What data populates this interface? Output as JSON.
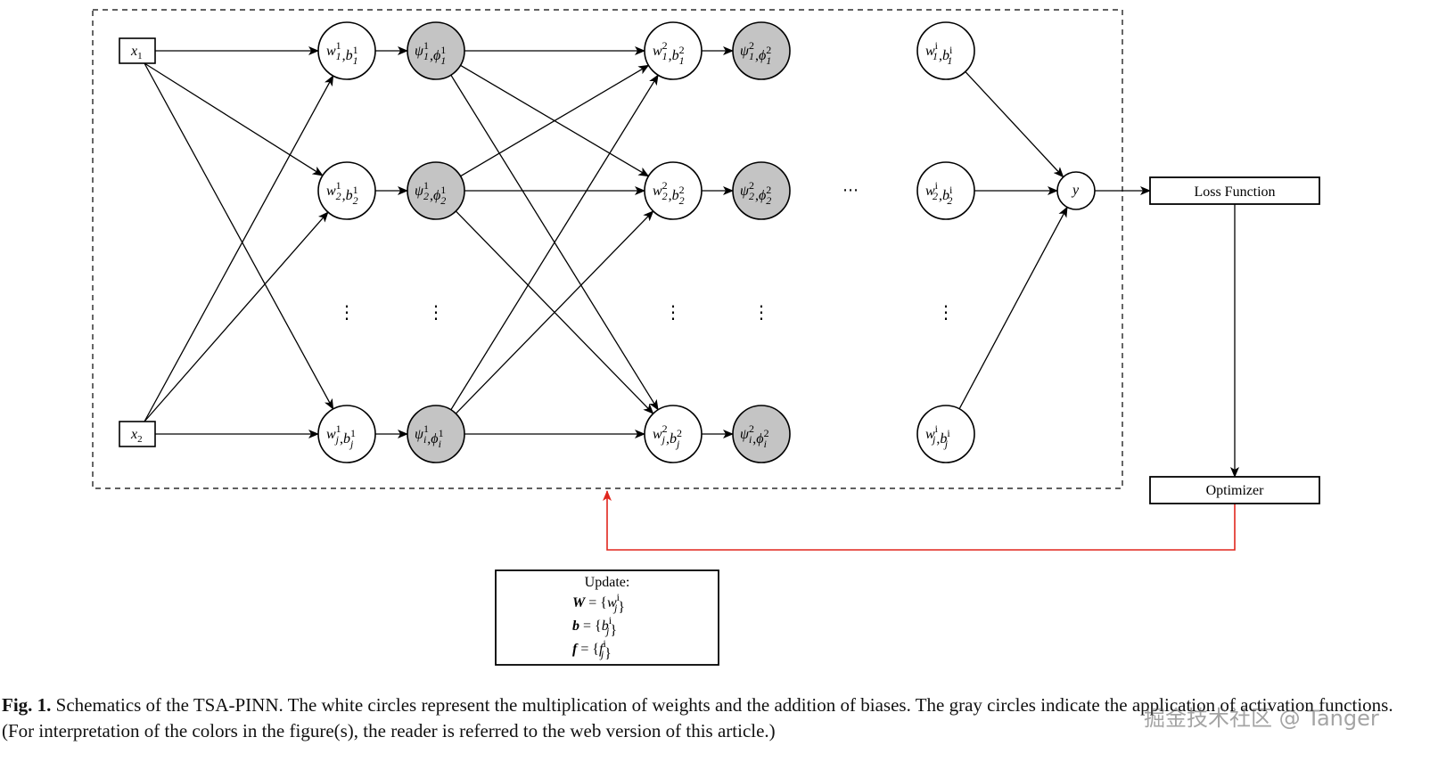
{
  "colors": {
    "gray_node": "#c4c4c4",
    "feedback_arrow": "#e0261d",
    "line": "#000000"
  },
  "inputs": [
    {
      "base": "x",
      "sub": "1"
    },
    {
      "base": "x",
      "sub": "2"
    }
  ],
  "layer1_linear": [
    {
      "w": "w",
      "b": "b",
      "sub": "1",
      "sup": "1"
    },
    {
      "w": "w",
      "b": "b",
      "sub": "2",
      "sup": "1"
    },
    {
      "w": "w",
      "b": "b",
      "sub": "j",
      "sup": "1"
    }
  ],
  "layer1_activation": [
    {
      "psi": "ψ",
      "phi": "ϕ",
      "sub": "1",
      "sup": "1"
    },
    {
      "psi": "ψ",
      "phi": "ϕ",
      "sub": "2",
      "sup": "1"
    },
    {
      "psi": "ψ",
      "phi": "ϕ",
      "sub": "i",
      "sup": "1"
    }
  ],
  "layer2_linear": [
    {
      "w": "w",
      "b": "b",
      "sub": "1",
      "sup": "2"
    },
    {
      "w": "w",
      "b": "b",
      "sub": "2",
      "sup": "2"
    },
    {
      "w": "w",
      "b": "b",
      "sub": "j",
      "sup": "2"
    }
  ],
  "layer2_activation": [
    {
      "psi": "ψ",
      "phi": "ϕ",
      "sub": "1",
      "sup": "2"
    },
    {
      "psi": "ψ",
      "phi": "ϕ",
      "sub": "2",
      "sup": "2"
    },
    {
      "psi": "ψ",
      "phi": "ϕ",
      "sub": "i",
      "sup": "2"
    }
  ],
  "layer_i_linear": [
    {
      "w": "w",
      "b": "b",
      "sub": "1",
      "sup": "i"
    },
    {
      "w": "w",
      "b": "b",
      "sub": "2",
      "sup": "i"
    },
    {
      "w": "w",
      "b": "b",
      "sub": "j",
      "sup": "i"
    }
  ],
  "vdots": "⋮",
  "hdots": "⋯",
  "output_label": "y",
  "loss_label": "Loss Function",
  "optimizer_label": "Optimizer",
  "update_box": {
    "title": "Update:",
    "lines": [
      {
        "lhs": "W",
        "eq": " = {",
        "sym": "w",
        "sup": "i",
        "sub": "j",
        "close": "}"
      },
      {
        "lhs": "b",
        "eq": " = {",
        "sym": "b",
        "sup": "i",
        "sub": "j",
        "close": "}"
      },
      {
        "lhs": "f",
        "eq": " = {",
        "sym": "f",
        "sup": "i",
        "sub": "j",
        "close": "}"
      }
    ]
  },
  "caption": {
    "label": "Fig. 1.",
    "text": " Schematics of the TSA-PINN. The white circles represent the multiplication of weights and the addition of biases. The gray circles indicate the application of activation functions. (For interpretation of the colors in the figure(s), the reader is referred to the web version of this article.)"
  },
  "watermark": "掘金技术社区 @ Tanger"
}
